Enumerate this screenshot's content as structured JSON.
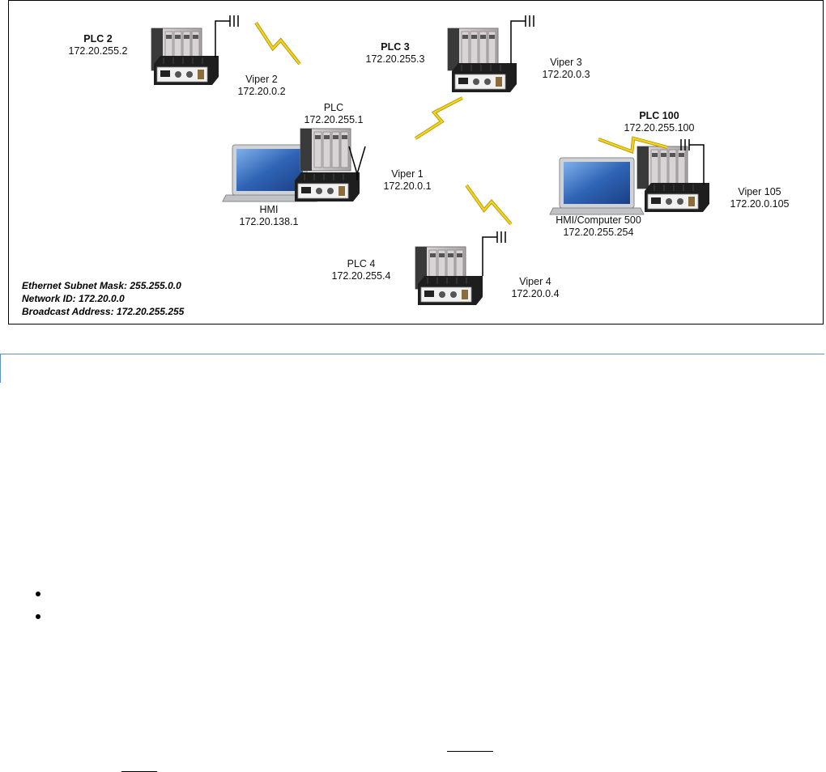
{
  "diagram": {
    "nodes": [
      {
        "name": "PLC 2",
        "ip": "172.20.255.2"
      },
      {
        "name": "Viper 2",
        "ip": "172.20.0.2"
      },
      {
        "name": "PLC 3",
        "ip": "172.20.255.3"
      },
      {
        "name": "Viper 3",
        "ip": "172.20.0.3"
      },
      {
        "name": "PLC",
        "ip": "172.20.255.1"
      },
      {
        "name": "Viper 1",
        "ip": "172.20.0.1"
      },
      {
        "name": "HMI",
        "ip": "172.20.138.1"
      },
      {
        "name": "PLC 100",
        "ip": "172.20.255.100"
      },
      {
        "name": "Viper 105",
        "ip": "172.20.0.105"
      },
      {
        "name": "HMI/Computer 500",
        "ip": "172.20.255.254"
      },
      {
        "name": "PLC 4",
        "ip": "172.20.255.4"
      },
      {
        "name": "Viper 4",
        "ip": "172.20.0.4"
      }
    ],
    "network_info": {
      "subnet_mask": "Ethernet Subnet Mask: 255.255.0.0",
      "network_id": "Network ID: 172.20.0.0",
      "broadcast": "Broadcast Address: 172.20.255.255"
    },
    "colors": {
      "plc_body": "#c9c4c6",
      "plc_dark": "#3a3a3a",
      "radio_body": "#1e1e1e",
      "lightning": "#f2d21a",
      "lightning_edge": "#a98f00",
      "laptop": "#cfd3d8",
      "screen": "#2f64b5"
    }
  },
  "page": {
    "section_rule_color": "#5b8fd1",
    "bullet_count": 2
  }
}
